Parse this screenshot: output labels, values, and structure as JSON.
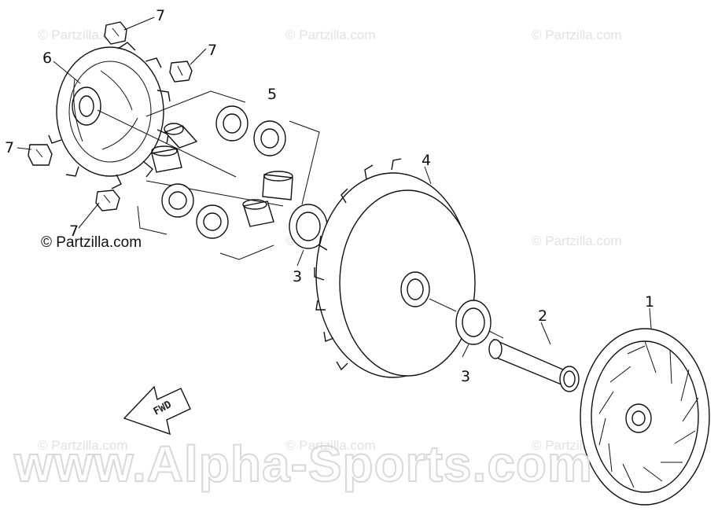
{
  "callouts": [
    {
      "id": "c7a",
      "text": "7"
    },
    {
      "id": "c7b",
      "text": "7"
    },
    {
      "id": "c6",
      "text": "6"
    },
    {
      "id": "c5",
      "text": "5"
    },
    {
      "id": "c7c",
      "text": "7"
    },
    {
      "id": "c7d",
      "text": "7"
    },
    {
      "id": "c4",
      "text": "4"
    },
    {
      "id": "c3a",
      "text": "3"
    },
    {
      "id": "c3b",
      "text": "3"
    },
    {
      "id": "c2",
      "text": "2"
    },
    {
      "id": "c1",
      "text": "1"
    }
  ],
  "watermarks": {
    "partzilla": "© Partzilla.com",
    "notice": "© Partzilla.com",
    "alpha": "www.Alpha-Sports.com"
  },
  "arrow_label": "FWD"
}
